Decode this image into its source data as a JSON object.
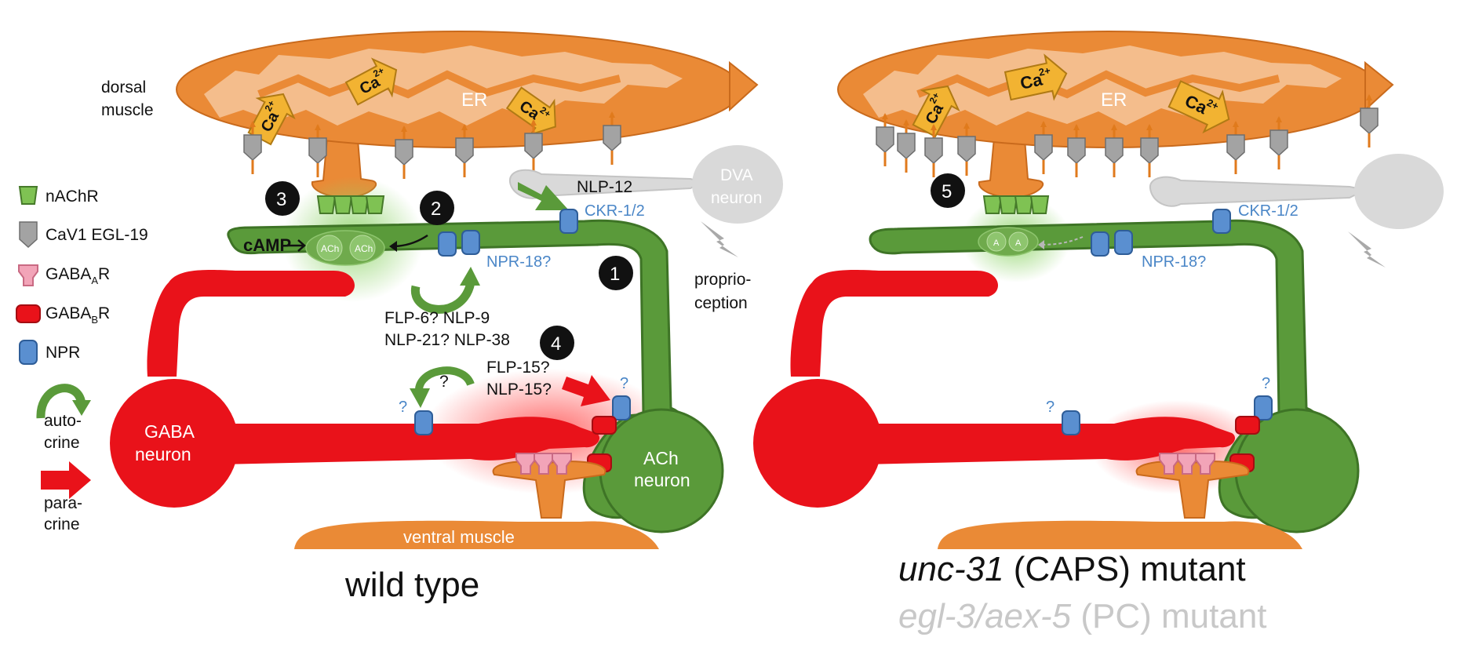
{
  "legend": {
    "nachr": "nAChR",
    "cav1": "CaV1 EGL-19",
    "gaba_a_r": "GABA",
    "gaba_a_r_sub": "A",
    "gaba_a_r_tail": "R",
    "gaba_b_r": "GABA",
    "gaba_b_r_sub": "B",
    "gaba_b_r_tail": "R",
    "npr": "NPR",
    "autocrine_line1": "auto-",
    "autocrine_line2": "crine",
    "paracrine_line1": "para-",
    "paracrine_line2": "crine"
  },
  "left_panel": {
    "dorsal_muscle_line1": "dorsal",
    "dorsal_muscle_line2": "muscle",
    "er": "ER",
    "ca": "Ca",
    "ca_charge": "2+",
    "nlp12": "NLP-12",
    "dva_line1": "DVA",
    "dva_line2": "neuron",
    "ckr": "CKR-1/2",
    "camp": "cAMP",
    "ach": "ACh",
    "npr18": "NPR-18?",
    "proprio_line1": "proprio-",
    "proprio_line2": "ception",
    "peptides_line1": "FLP-6?  NLP-9",
    "peptides_line2": "NLP-21?  NLP-38",
    "flp15": "FLP-15?",
    "nlp15": "NLP-15?",
    "question": "?",
    "gaba_line1": "GABA",
    "gaba_line2": "neuron",
    "ach_line1": "ACh",
    "ach_line2": "neuron",
    "ventral_muscle": "ventral muscle",
    "caption": "wild type",
    "num1": "1",
    "num2": "2",
    "num3": "3",
    "num4": "4"
  },
  "right_panel": {
    "er": "ER",
    "ca": "Ca",
    "ca_charge": "2+",
    "ckr": "CKR-1/2",
    "npr18": "NPR-18?",
    "vesicle": "A",
    "question": "?",
    "num5": "5",
    "caption1_italic": "unc-31",
    "caption1_rest": " (CAPS) mutant",
    "caption2_italic": "egl-3/aex-5",
    "caption2_rest": " (PC) mutant"
  },
  "colors": {
    "muscle": "#ea8a36",
    "er": "#f4bd8c",
    "cholinergic": "#5a9a3a",
    "gaba": "#e9121a",
    "npr": "#5a8fd0",
    "gaba_a": "#f2a4b8",
    "cav1": "#9c9c9c",
    "dva": "#d9d9d9",
    "calcium_arrow": "#f2b332"
  }
}
